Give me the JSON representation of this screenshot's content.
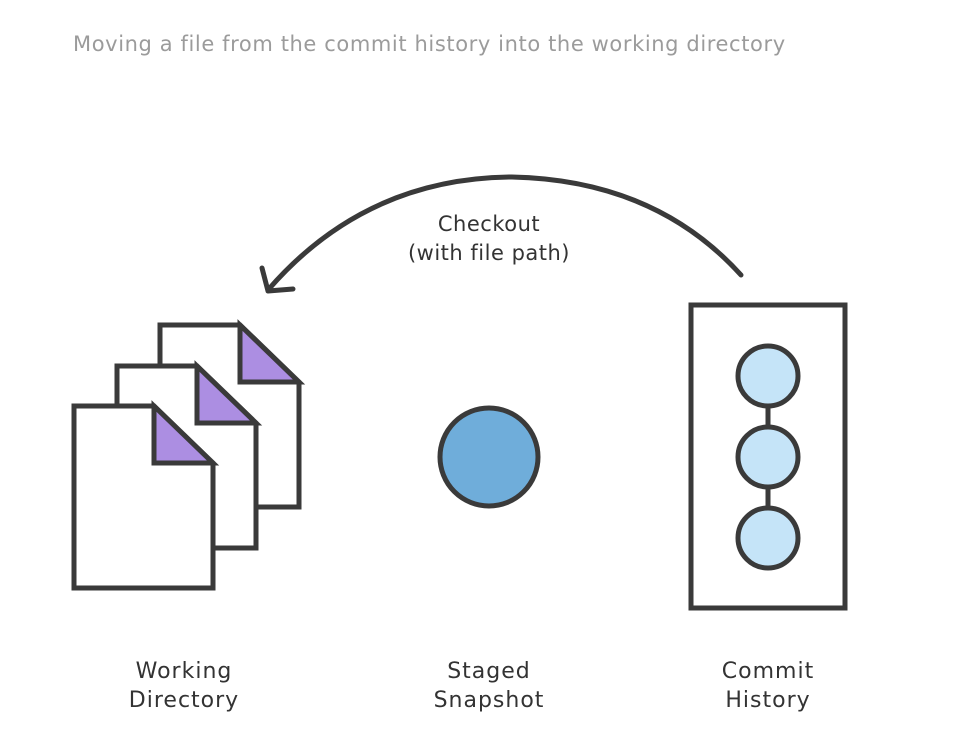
{
  "caption": "Moving a file from the commit history into the working directory",
  "arrow": {
    "label_line1": "Checkout",
    "label_line2": "(with file path)"
  },
  "columns": {
    "working_directory": {
      "line1": "Working",
      "line2": "Directory"
    },
    "staged_snapshot": {
      "line1": "Staged",
      "line2": "Snapshot"
    },
    "commit_history": {
      "line1": "Commit",
      "line2": "History"
    }
  },
  "colors": {
    "stroke": "#3a3a3a",
    "file_corner": "#ac8ee2",
    "staged_fill": "#6fadda",
    "commit_fill": "#c5e4f8",
    "caption_text": "#9b9b9b",
    "label_text": "#333333"
  }
}
